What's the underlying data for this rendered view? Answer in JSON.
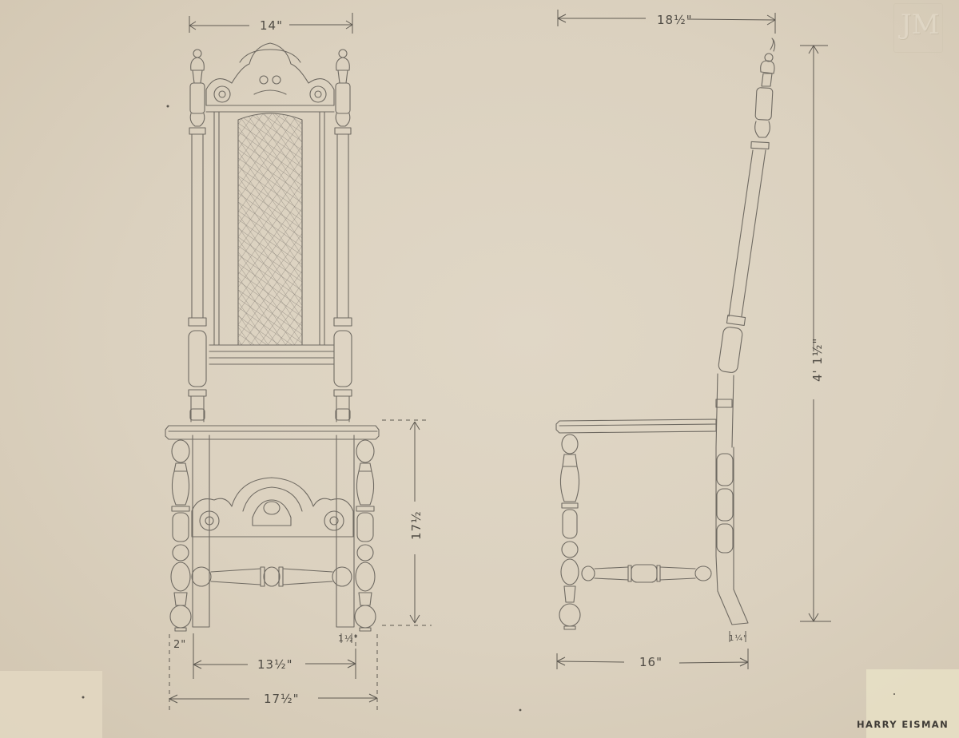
{
  "drawing": {
    "title": "Chair — front and side elevation (pencil measured drawing)",
    "paper_color": "#dcd2c0",
    "ink_color": "#6f6a62",
    "views": [
      {
        "name": "front-elevation",
        "features": [
          "turned finials",
          "carved scroll crest rail",
          "caned back panel",
          "turned front legs",
          "carved scroll front stretcher",
          "turned medial stretcher"
        ]
      },
      {
        "name": "side-elevation",
        "features": [
          "raked back post with flame finial",
          "turned front leg",
          "turned side stretcher",
          "splayed rear foot"
        ]
      }
    ],
    "dimensions": {
      "front_top_width": "14\"",
      "front_seat_height": "17½",
      "front_leg_left": "2\"",
      "front_leg_right": "1½\"",
      "front_inner_width": "13½\"",
      "front_overall_width": "17½\"",
      "side_top_depth": "18½\"",
      "side_overall_height": "4' 1½\"",
      "side_leg": "1¼\"",
      "side_seat_depth": "16\""
    },
    "signature": "HARRY EISMAN",
    "stamp": "JM"
  }
}
